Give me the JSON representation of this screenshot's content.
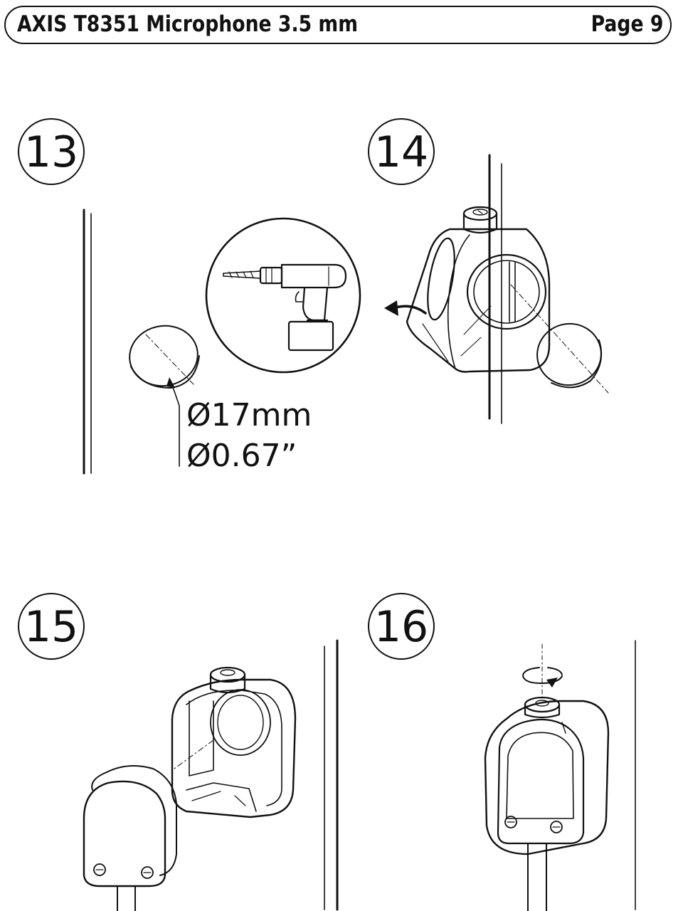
{
  "header": {
    "title": "AXIS T8351 Microphone 3.5 mm",
    "page": "Page 9"
  },
  "steps": [
    {
      "number": "13",
      "dimension_metric": "Ø17mm",
      "dimension_imperial": "Ø0.67”"
    },
    {
      "number": "14"
    },
    {
      "number": "15"
    },
    {
      "number": "16"
    }
  ]
}
